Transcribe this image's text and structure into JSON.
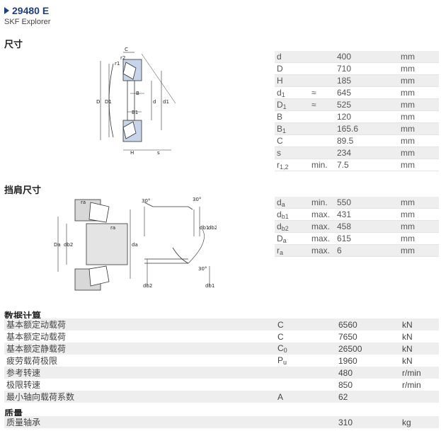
{
  "header": {
    "title": "29480 E",
    "subtitle": "SKF Explorer"
  },
  "sections": {
    "dimensions": "尺寸",
    "abutment": "挡肩尺寸",
    "calc": "数据计算",
    "mass": "质量"
  },
  "diagram1_labels": {
    "C": "C",
    "r1": "r1",
    "r2": "r2",
    "D": "D",
    "D1": "D1",
    "B": "B",
    "B1": "B1",
    "d": "d",
    "d1": "d1",
    "H": "H",
    "s": "s"
  },
  "diagram2_labels": {
    "ra": "ra",
    "Da": "Da",
    "db2": "db2",
    "da": "da",
    "a30_1": "30°",
    "a30_2": "30°",
    "a30_3": "30°",
    "db1": "db1",
    "db2b": "db2",
    "db2c": "db2",
    "db1c": "db1"
  },
  "dimensions": [
    {
      "sym": "d",
      "sub": "",
      "q": "",
      "val": "400",
      "unit": "mm"
    },
    {
      "sym": "D",
      "sub": "",
      "q": "",
      "val": "710",
      "unit": "mm"
    },
    {
      "sym": "H",
      "sub": "",
      "q": "",
      "val": "185",
      "unit": "mm"
    },
    {
      "sym": "d",
      "sub": "1",
      "q": "≈",
      "val": "645",
      "unit": "mm"
    },
    {
      "sym": "D",
      "sub": "1",
      "q": "≈",
      "val": "525",
      "unit": "mm"
    },
    {
      "sym": "B",
      "sub": "",
      "q": "",
      "val": "120",
      "unit": "mm"
    },
    {
      "sym": "B",
      "sub": "1",
      "q": "",
      "val": "165.6",
      "unit": "mm"
    },
    {
      "sym": "C",
      "sub": "",
      "q": "",
      "val": "89.5",
      "unit": "mm"
    },
    {
      "sym": "s",
      "sub": "",
      "q": "",
      "val": "234",
      "unit": "mm"
    },
    {
      "sym": "r",
      "sub": "1,2",
      "q": "min.",
      "val": "7.5",
      "unit": "mm"
    }
  ],
  "abutment": [
    {
      "sym": "d",
      "sub": "a",
      "q": "min.",
      "val": "550",
      "unit": "mm"
    },
    {
      "sym": "d",
      "sub": "b1",
      "q": "max.",
      "val": "431",
      "unit": "mm"
    },
    {
      "sym": "d",
      "sub": "b2",
      "q": "max.",
      "val": "458",
      "unit": "mm"
    },
    {
      "sym": "D",
      "sub": "a",
      "q": "max.",
      "val": "615",
      "unit": "mm"
    },
    {
      "sym": "r",
      "sub": "a",
      "q": "max.",
      "val": "6",
      "unit": "mm"
    }
  ],
  "calc": [
    {
      "label": "基本额定动载荷",
      "sym": "C",
      "sub": "",
      "val": "6560",
      "unit": "kN"
    },
    {
      "label": "基本额定动载荷",
      "sym": "C",
      "sub": "",
      "val": "7650",
      "unit": "kN"
    },
    {
      "label": "基本额定静载荷",
      "sym": "C",
      "sub": "0",
      "val": "26500",
      "unit": "kN"
    },
    {
      "label": "疲劳载荷极限",
      "sym": "P",
      "sub": "u",
      "val": "1960",
      "unit": "kN"
    },
    {
      "label": "参考转速",
      "sym": "",
      "sub": "",
      "val": "480",
      "unit": "r/min"
    },
    {
      "label": "极限转速",
      "sym": "",
      "sub": "",
      "val": "850",
      "unit": "r/min"
    },
    {
      "label": "最小轴向载荷系数",
      "sym": "A",
      "sub": "",
      "val": "62",
      "unit": ""
    }
  ],
  "mass": [
    {
      "label": "质量轴承",
      "sym": "",
      "sub": "",
      "val": "310",
      "unit": "kg"
    }
  ]
}
